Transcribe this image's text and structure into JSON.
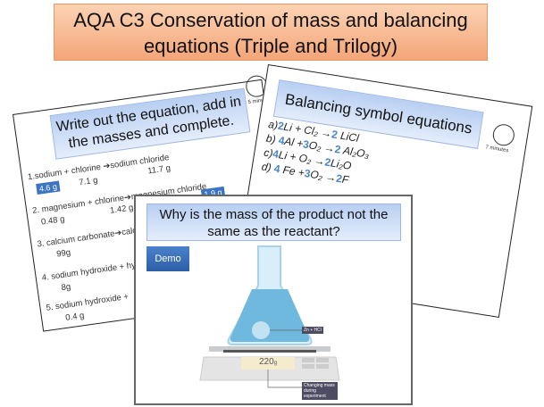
{
  "banner": {
    "line1": "AQA C3  Conservation of mass and balancing",
    "line2": "equations (Triple and Trilogy)"
  },
  "left_slide": {
    "title": "Write out the equation, add in the masses and complete.",
    "timer": "5 minutes",
    "questions": [
      {
        "text": "1.sodium + chlorine ➔sodium chloride",
        "masses": [
          "4.6 g",
          "7.1 g",
          "11.7 g"
        ]
      },
      {
        "text": "2. magnesium + chlorine➔magnesium chloride",
        "masses": [
          "0.48 g",
          "1.42 g",
          "1.9 g"
        ]
      },
      {
        "text": "3. calcium carbonate➔calcium",
        "masses": [
          "99g"
        ]
      },
      {
        "text": "4. sodium hydroxide + hy",
        "masses": [
          "8g"
        ]
      },
      {
        "text": "5. sodium hydroxide +",
        "masses": [
          "0.4 g"
        ]
      }
    ]
  },
  "right_slide": {
    "title": "Balancing symbol equations",
    "timer": "7 minutes",
    "equations": [
      {
        "label": "a)",
        "parts": [
          "2",
          "Li +  Cl₂ →",
          "2",
          "LiCl"
        ]
      },
      {
        "label": "b)",
        "parts": [
          "4",
          "Al +",
          "3",
          "O₂ →",
          "2",
          "Al₂O₃"
        ]
      },
      {
        "label": "c)",
        "parts": [
          "4",
          "Li +  O₂ →",
          "2",
          "Li₂O"
        ]
      },
      {
        "label": "d)",
        "parts": [
          "4",
          "Fe +",
          "3",
          "O₂ →",
          "2",
          "F"
        ]
      }
    ]
  },
  "front_slide": {
    "title": "Why is the mass of the product not the same as the reactant?",
    "demo_button": "Demo",
    "scale_reading": "220",
    "scale_unit": "g",
    "label_flask": "Zn + HCl",
    "label_scale": "Changing mass during experiment"
  },
  "colors": {
    "banner": "#f4a578",
    "title_box": "#b8cff2",
    "accent": "#3a74c2",
    "liquid": "#6fb8de"
  }
}
